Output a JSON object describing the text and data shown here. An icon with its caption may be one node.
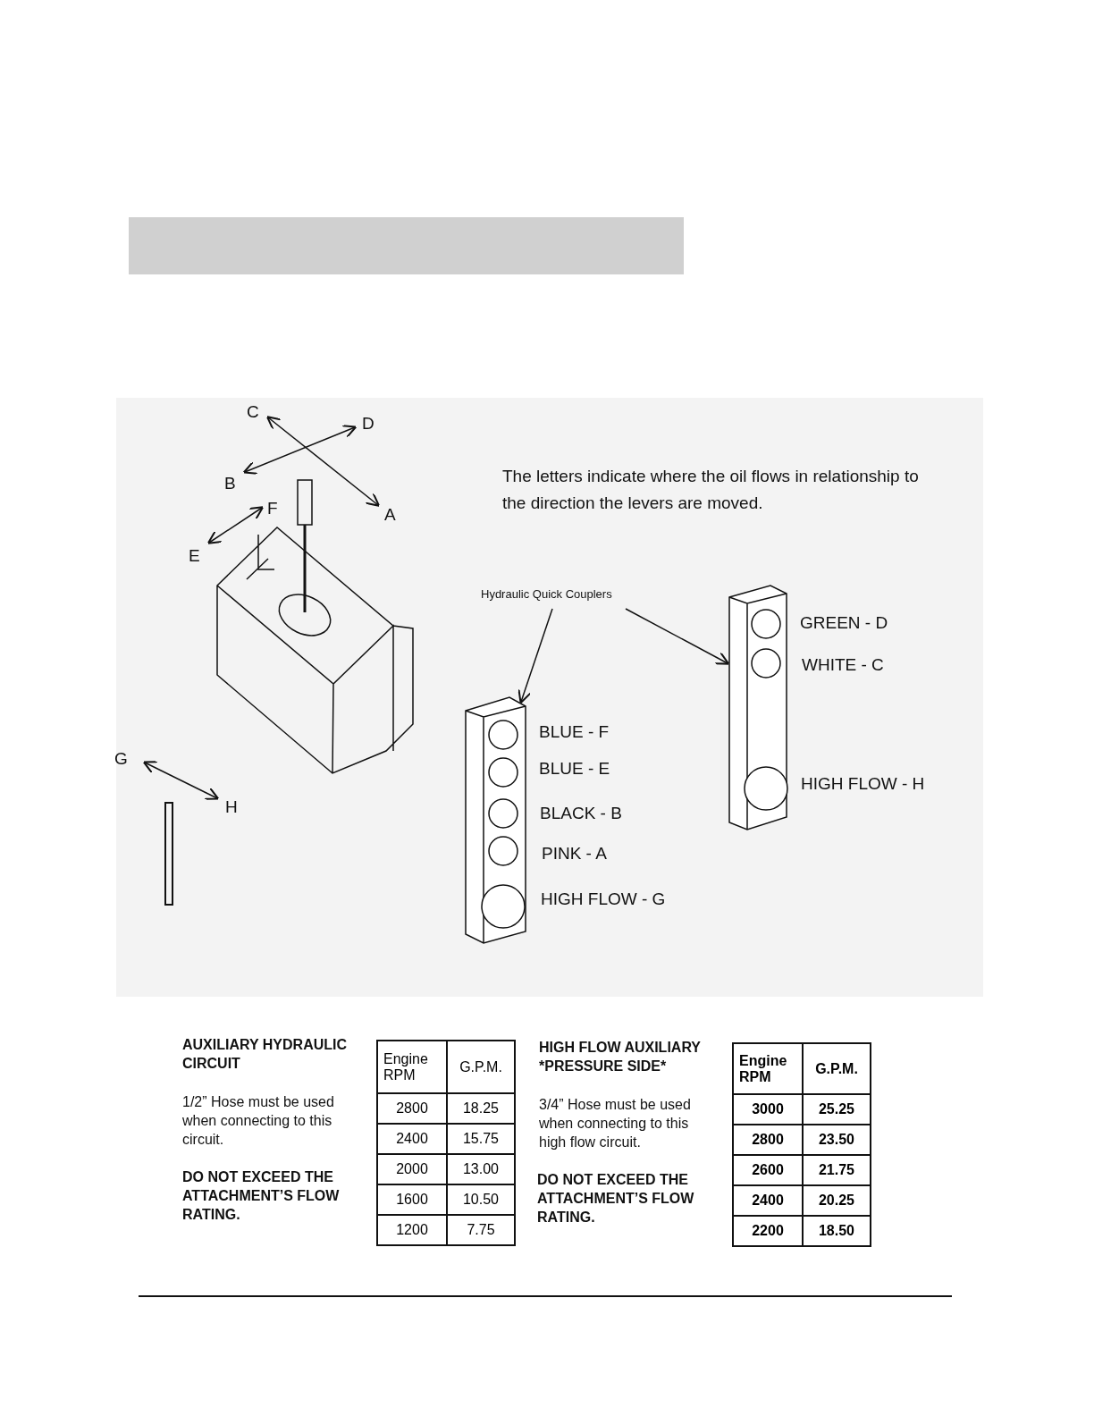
{
  "diagram": {
    "nodes": [
      {
        "text": [
          "Hydraulic Quick Couplers"
        ]
      },
      {
        "text": [],
        "shape": "box",
        "beside": [
          "BLUE  -  F",
          "BLUE - E",
          "BLACK  -  B",
          "PINK - A",
          "HIGH FLOW  - G"
        ]
      },
      {
        "text": [],
        "shape": "box",
        "beside": [
          "GREEN  -  D",
          "WHITE  -  C",
          "HIGH FLOW - H"
        ]
      }
    ],
    "edges": [
      {
        "from": 0,
        "to": 1,
        "arrow": "to"
      },
      {
        "from": 0,
        "to": 2,
        "arrow": "to"
      }
    ],
    "labels": [
      "C",
      "D",
      "B",
      "F",
      "A",
      "E",
      "G",
      "H",
      "The letters indicate where the oil flows in relationship to the direction the levers are moved.",
      "AUXILIARY HYDRAULIC CIRCUIT",
      "1/2” Hose must be used when connecting to this circuit.",
      "DO NOT EXCEED THE ATTACHMENT’S FLOW RATING.",
      "Engine RPM",
      "G.P.M.",
      "2800",
      "18.25",
      "2400",
      "15.75",
      "2000",
      "13.00",
      "1600",
      "10.50",
      "1200",
      "7.75",
      "HIGH FLOW AUXILIARY *PRESSURE SIDE*",
      "3/4” Hose must be used when connecting to this high flow circuit.",
      "DO NOT EXCEED THE ATTACHMENT’S FLOW RATING.",
      "Engine RPM",
      "G.P.M.",
      "3000",
      "25.25",
      "2800",
      "23.50",
      "2600",
      "21.75",
      "2400",
      "20.25",
      "2200",
      "18.50"
    ]
  }
}
